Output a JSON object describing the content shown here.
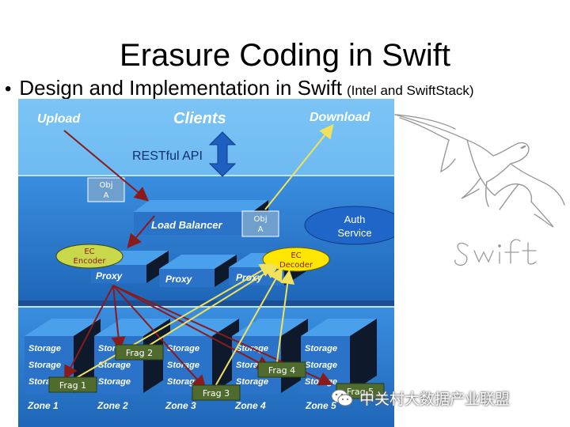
{
  "slide": {
    "title": "Erasure Coding in Swift",
    "bullet": "Design and Implementation in Swift",
    "bullet_note": "(Intel and SwiftStack)"
  },
  "diagram": {
    "top": {
      "upload": "Upload",
      "clients": "Clients",
      "download": "Download",
      "restful_api": "RESTful API"
    },
    "proxy_tier": {
      "obj_a_left": [
        "Obj",
        "A"
      ],
      "obj_a_right": [
        "Obj",
        "A"
      ],
      "load_balancer": "Load Balancer",
      "auth_service": [
        "Auth",
        "Service"
      ],
      "ec_encoder": [
        "EC",
        "Encoder"
      ],
      "ec_decoder": [
        "EC",
        "Decoder"
      ],
      "proxies": [
        "Proxy",
        "Proxy",
        "Proxy"
      ]
    },
    "storage_tier": {
      "storage_label": "Storage",
      "zones": [
        "Zone 1",
        "Zone 2",
        "Zone 3",
        "Zone 4",
        "Zone 5"
      ],
      "frags": [
        "Frag 1",
        "Frag 2",
        "Frag 3",
        "Frag 4",
        "Frag 5"
      ]
    },
    "colors": {
      "write_path": "#8b1a1a",
      "read_path": "#f2e15a",
      "tier_blue": "#2f7fd0",
      "sky_blue": "#3b9ae8",
      "label_text": "#ffffff",
      "frag_fill": "#4f6b2e",
      "encoder_fill": "#c8d84a",
      "decoder_fill": "#ffe600"
    }
  },
  "logo": {
    "text": "swift"
  },
  "watermark": {
    "icon": "wechat-icon",
    "text": "中关村大数据产业联盟"
  }
}
